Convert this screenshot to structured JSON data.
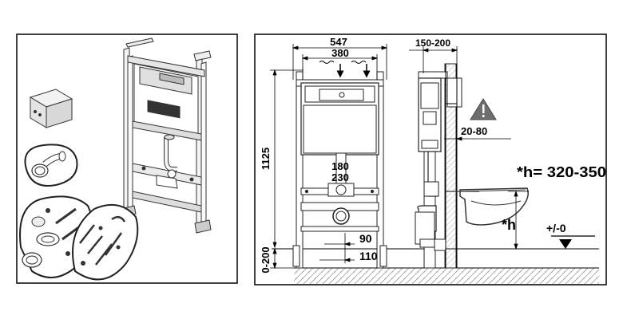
{
  "colors": {
    "line": "#000000",
    "frame": "#444444",
    "gray": "#8a8a8a",
    "light_gray": "#d8d8d8",
    "hatch": "#9a9a9a",
    "background": "#ffffff"
  },
  "left_panel": {
    "frame_drawing": "installation-frame",
    "accessories": [
      "cistern-module",
      "bend-pipe-bag",
      "small-parts-bag",
      "bolts-bag"
    ]
  },
  "right_panel": {
    "dimensions": {
      "width_total": "547",
      "width_inner": "380",
      "wall_depth": "150-200",
      "height": "1125",
      "pipe_height_a": "180",
      "pipe_height_b": "230",
      "dim_90": "90",
      "dim_110": "110",
      "floor_range": "0-200",
      "adjust_range": "20-80",
      "h_formula": "*h= 320-350",
      "h_label": "*h",
      "floor_level": "+/-0"
    },
    "warning": "warning-icon"
  }
}
